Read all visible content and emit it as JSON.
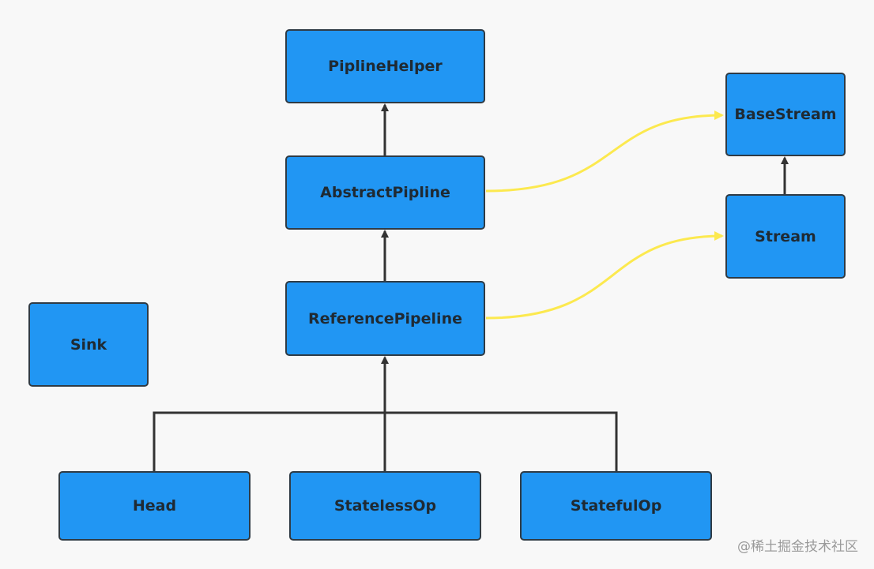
{
  "nodes": {
    "pipline_helper": "PiplineHelper",
    "abstract_pipline": "AbstractPipline",
    "reference_pipeline": "ReferencePipeline",
    "base_stream": "BaseStream",
    "stream": "Stream",
    "sink": "Sink",
    "head": "Head",
    "stateless_op": "StatelessOp",
    "stateful_op": "StatefulOp"
  },
  "edges": [
    {
      "from": "abstract_pipline",
      "to": "pipline_helper",
      "kind": "inheritance"
    },
    {
      "from": "reference_pipeline",
      "to": "abstract_pipline",
      "kind": "inheritance"
    },
    {
      "from": "stream",
      "to": "base_stream",
      "kind": "inheritance"
    },
    {
      "from": "head",
      "to": "reference_pipeline",
      "kind": "inheritance"
    },
    {
      "from": "stateless_op",
      "to": "reference_pipeline",
      "kind": "inheritance"
    },
    {
      "from": "stateful_op",
      "to": "reference_pipeline",
      "kind": "inheritance"
    },
    {
      "from": "abstract_pipline",
      "to": "base_stream",
      "kind": "implements"
    },
    {
      "from": "reference_pipeline",
      "to": "stream",
      "kind": "implements"
    }
  ],
  "colors": {
    "background": "#f8f8f8",
    "node_fill": "#2196f3",
    "node_border": "#2f3b45",
    "text": "#1f2a33",
    "inherit_line": "#333333",
    "implements_line": "#fce94f"
  },
  "watermark": "@稀土掘金技术社区"
}
